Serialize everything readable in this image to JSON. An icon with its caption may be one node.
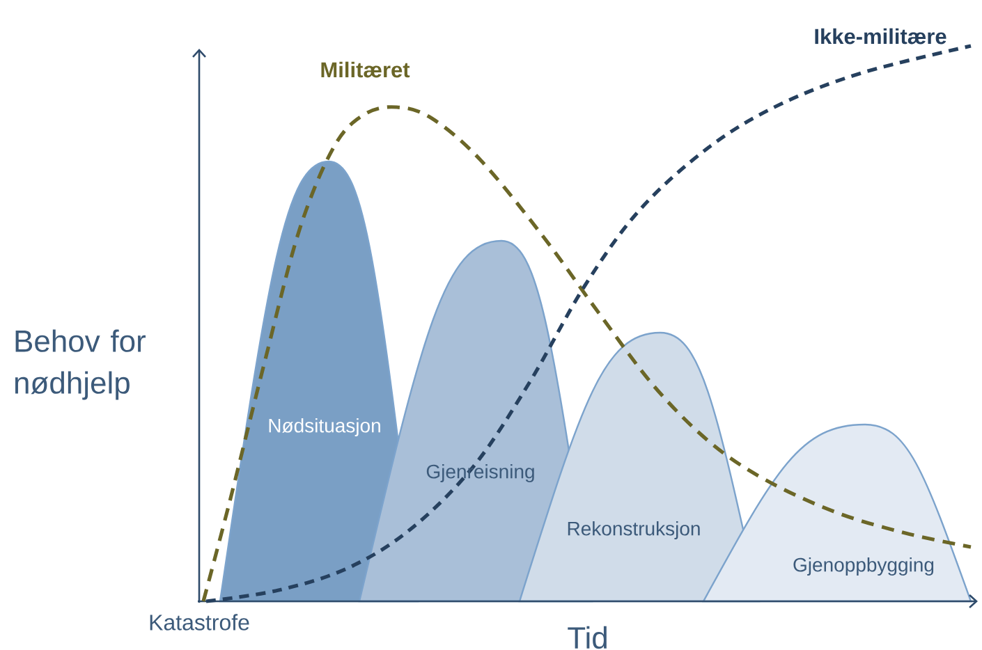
{
  "diagram": {
    "nodes": [
      {
        "text": [
          "Nødsituasjon"
        ]
      },
      {
        "text": [
          "Gjenreisning"
        ]
      },
      {
        "text": [
          "Rekonstruksjon"
        ]
      },
      {
        "text": [
          "Gjenoppbygging"
        ]
      }
    ],
    "labels": [
      "Militæret",
      "Ikke-militære",
      "Behov for nødhjelp",
      "Katastrofe",
      "Tid"
    ]
  }
}
